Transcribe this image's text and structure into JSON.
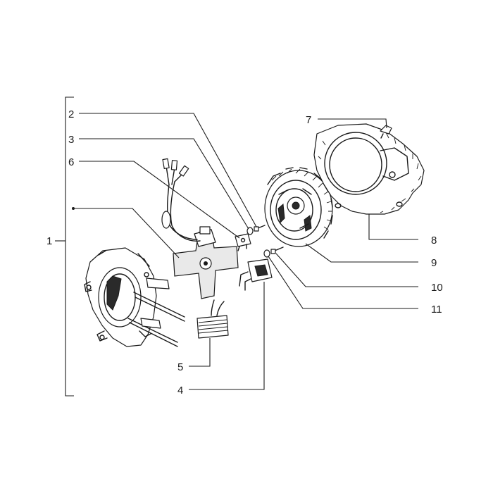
{
  "callouts": [
    {
      "id": "c1",
      "label": "1"
    },
    {
      "id": "c2",
      "label": "2"
    },
    {
      "id": "c3",
      "label": "3"
    },
    {
      "id": "c4",
      "label": "4"
    },
    {
      "id": "c5",
      "label": "5"
    },
    {
      "id": "c6",
      "label": "6"
    },
    {
      "id": "c7",
      "label": "7"
    },
    {
      "id": "c8",
      "label": "8"
    },
    {
      "id": "c9",
      "label": "9"
    },
    {
      "id": "c10",
      "label": "10"
    },
    {
      "id": "c11",
      "label": "11"
    }
  ],
  "colors": {
    "ink": "#1a1a1a",
    "background": "#ffffff"
  }
}
